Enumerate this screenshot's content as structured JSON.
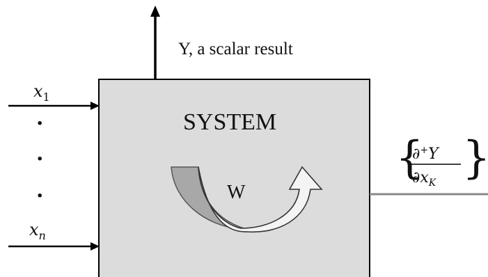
{
  "output": {
    "label": "Y, a scalar result"
  },
  "system": {
    "label": "SYSTEM",
    "weights_label": "W"
  },
  "inputs": {
    "first": {
      "symbol": "x",
      "subscript": "1"
    },
    "last": {
      "symbol": "x",
      "subscript": "n"
    },
    "ellipsis": [
      "·",
      "·",
      "·"
    ]
  },
  "derivative_output": {
    "numerator_symbol": "∂",
    "numerator_sup": "+",
    "numerator_var": "Y",
    "denominator_symbol": "∂x",
    "denominator_sub": "K"
  },
  "colors": {
    "box_fill": "#dcdcdc",
    "box_stroke": "#000000",
    "dark_arrow_fill": "#a8a8a8",
    "light_arrow_fill": "#f4f4f4",
    "output_line": "#888888"
  }
}
